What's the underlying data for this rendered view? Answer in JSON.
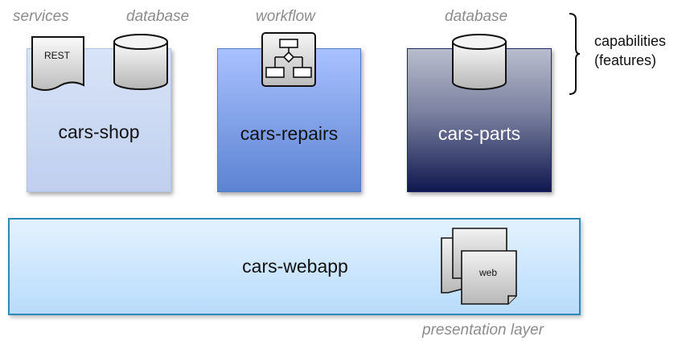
{
  "captions": {
    "services": "services",
    "database_1": "database",
    "workflow": "workflow",
    "database_2": "database",
    "presentation_layer": "presentation layer"
  },
  "capabilities": {
    "line1": "capabilities",
    "line2": "(features)"
  },
  "boxes": {
    "shop": "cars-shop",
    "repairs": "cars-repairs",
    "parts": "cars-parts",
    "webapp": "cars-webapp"
  },
  "icons": {
    "rest_doc": {
      "name": "document-icon",
      "label": "REST"
    },
    "database_shop": {
      "name": "database-icon"
    },
    "workflow": {
      "name": "flowchart-icon"
    },
    "database_parts": {
      "name": "database-icon"
    },
    "web_pages": {
      "name": "documents-stack-icon",
      "label": "web"
    }
  },
  "colors": {
    "shop_fill": "#c9d7f3",
    "repairs_fill": "#7c9ee6",
    "parts_fill": "#10184f",
    "webapp_fill": "#cfe7fd",
    "webapp_border": "#2c8ab8",
    "caption_text": "#8c8c8c"
  }
}
